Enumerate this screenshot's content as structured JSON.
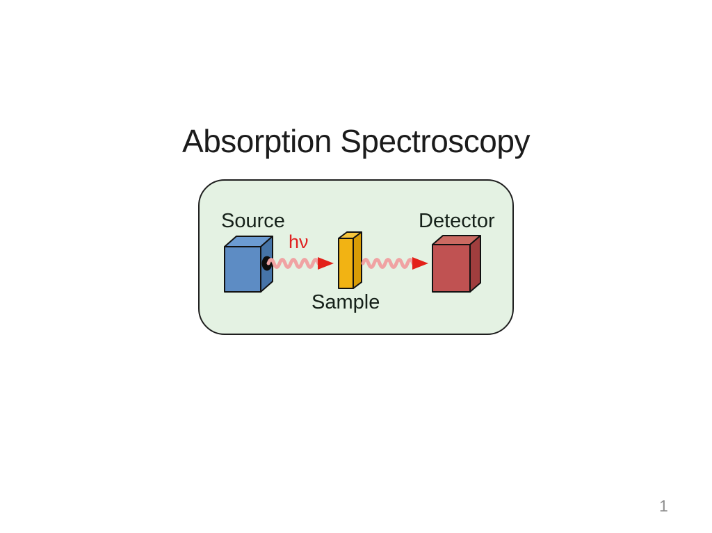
{
  "slide": {
    "title": "Absorption Spectroscopy",
    "page_number": "1",
    "colors": {
      "slide_bg": "#ffffff",
      "title_text": "#1b1b1b",
      "label_text": "#152019",
      "page_number_text": "#8e8e8e",
      "box_bg": "#e4f2e3",
      "box_border": "#1e1e1e",
      "source_front": "#5d8cc4",
      "source_top": "#6c9bd2",
      "source_side": "#4674a8",
      "aperture": "#0d0d0d",
      "sample_front": "#f2b313",
      "sample_top": "#f6c63d",
      "sample_side": "#d89c06",
      "detector_front": "#c05252",
      "detector_top": "#cb6a62",
      "detector_side": "#a03e3e",
      "wave": "#f0a3a3",
      "arrow": "#e32119",
      "photon_text": "#e02020"
    },
    "diagram": {
      "source_label": "Source",
      "detector_label": "Detector",
      "sample_label": "Sample",
      "photon_label": "hν"
    }
  }
}
